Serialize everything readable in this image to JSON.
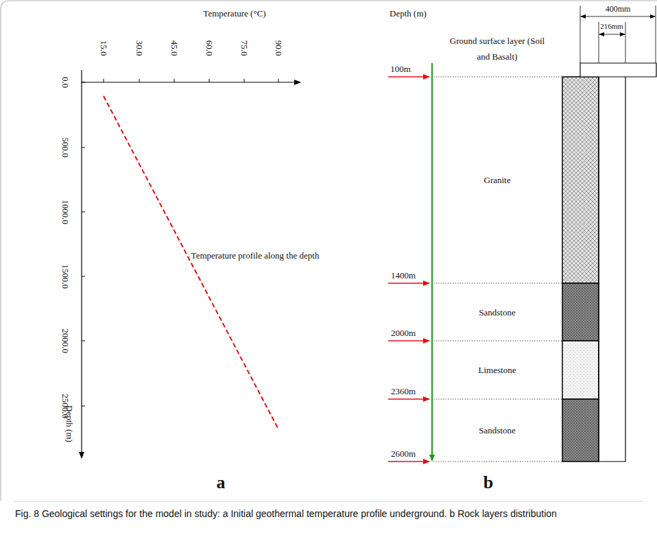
{
  "diagram": {
    "caption": "Fig. 8 Geological settings for the model in study: a Initial geothermal temperature profile underground. b Rock layers distribution",
    "nodes": [
      {
        "text": [
          "Ground surface layer (Soil and Basalt)"
        ]
      },
      {
        "text": [
          "Granite"
        ]
      },
      {
        "text": [
          "Sandstone"
        ]
      },
      {
        "text": [
          "Limestone"
        ]
      },
      {
        "text": [
          "Sandstone"
        ]
      }
    ],
    "labels": [
      "Temperature (°C)",
      "15.0",
      "30.0",
      "45.0",
      "60.0",
      "75.0",
      "90.0",
      "0.0",
      "500.0",
      "1000.0",
      "1500.0",
      "2000.0",
      "2500.0",
      "Depth (m)",
      "Temperature profile along the depth",
      "a",
      "Depth (m)",
      "100m",
      "1400m",
      "2000m",
      "2360m",
      "2600m",
      "400mm",
      "216mm",
      "b"
    ]
  }
}
